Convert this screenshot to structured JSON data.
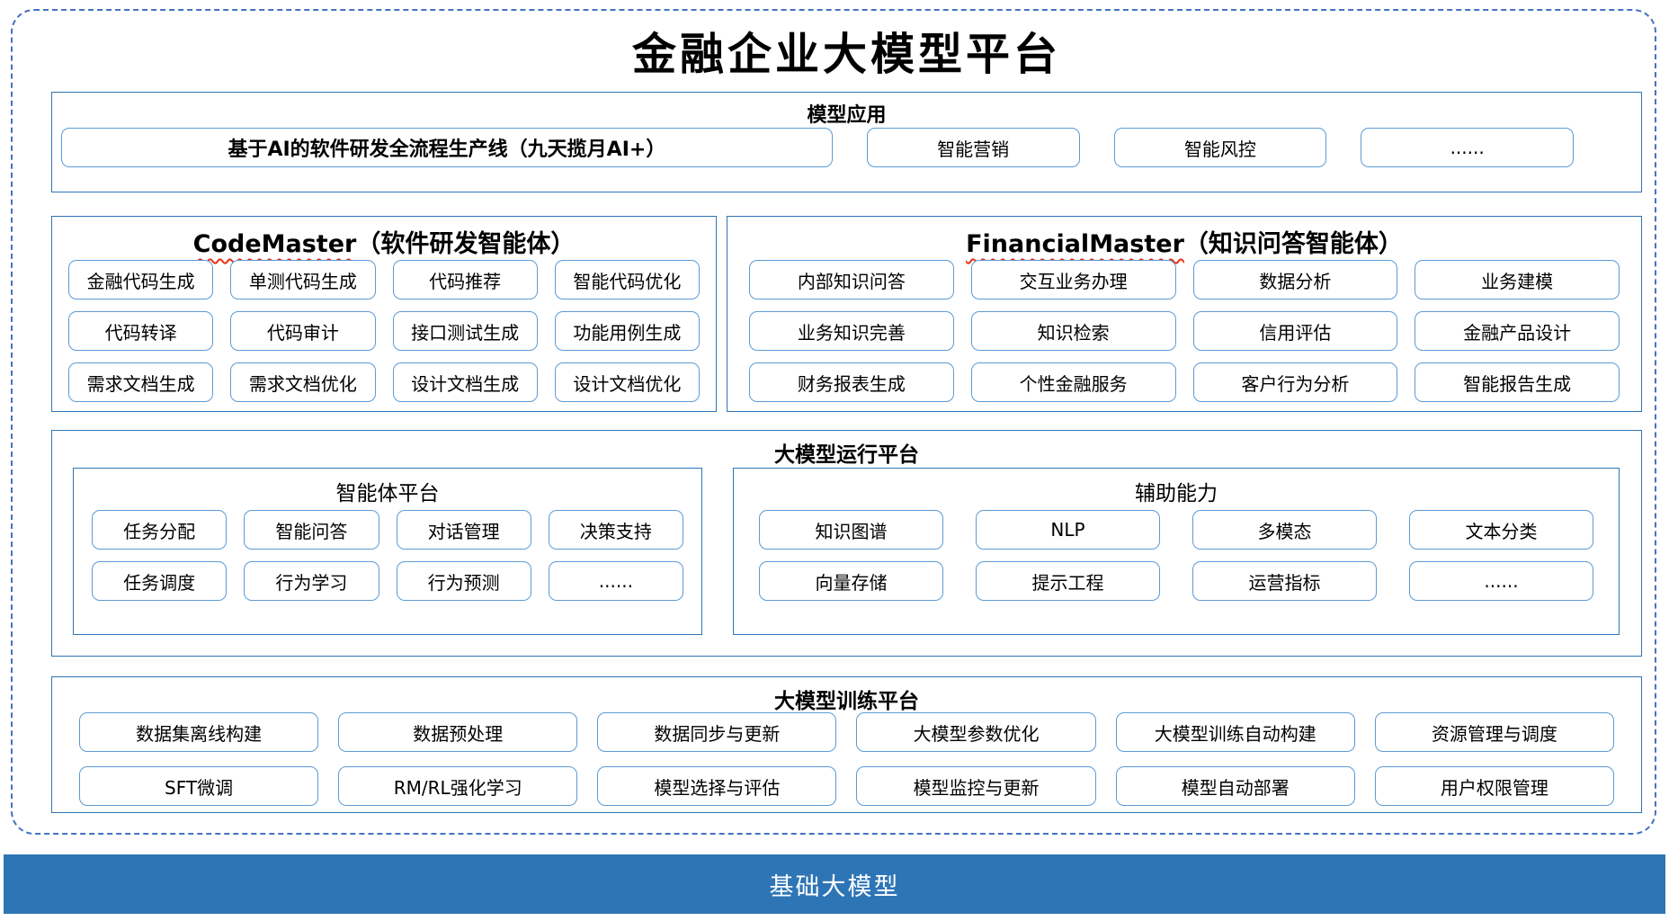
{
  "title": "金融企业大模型平台",
  "colors": {
    "accent_blue": "#2E75B6",
    "chip_border_blue": "#5B9BD5",
    "dashed_border_blue": "#4472C4",
    "footer_bg": "#2E75B6",
    "squiggle_red": "#e8311a"
  },
  "model_application": {
    "header": "模型应用",
    "primary_button": "基于AI的软件研发全流程生产线（九天揽月AI+）",
    "buttons": [
      "智能营销",
      "智能风控",
      "......"
    ]
  },
  "code_master": {
    "title_en": "CodeMaster",
    "title_zh": "（软件研发智能体）",
    "buttons": [
      "金融代码生成",
      "单测代码生成",
      "代码推荐",
      "智能代码优化",
      "代码转译",
      "代码审计",
      "接口测试生成",
      "功能用例生成",
      "需求文档生成",
      "需求文档优化",
      "设计文档生成",
      "设计文档优化"
    ]
  },
  "financial_master": {
    "title_en": "FinancialMaster",
    "title_zh": "（知识问答智能体）",
    "buttons": [
      "内部知识问答",
      "交互业务办理",
      "数据分析",
      "业务建模",
      "业务知识完善",
      "知识检索",
      "信用评估",
      "金融产品设计",
      "财务报表生成",
      "个性金融服务",
      "客户行为分析",
      "智能报告生成"
    ]
  },
  "runtime_platform": {
    "header": "大模型运行平台",
    "agent_platform": {
      "header": "智能体平台",
      "buttons": [
        "任务分配",
        "智能问答",
        "对话管理",
        "决策支持",
        "任务调度",
        "行为学习",
        "行为预测",
        "......"
      ]
    },
    "auxiliary": {
      "header": "辅助能力",
      "buttons": [
        "知识图谱",
        "NLP",
        "多模态",
        "文本分类",
        "向量存储",
        "提示工程",
        "运营指标",
        "......"
      ]
    }
  },
  "training_platform": {
    "header": "大模型训练平台",
    "buttons": [
      "数据集离线构建",
      "数据预处理",
      "数据同步与更新",
      "大模型参数优化",
      "大模型训练自动构建",
      "资源管理与调度",
      "SFT微调",
      "RM/RL强化学习",
      "模型选择与评估",
      "模型监控与更新",
      "模型自动部署",
      "用户权限管理"
    ]
  },
  "footer": {
    "label": "基础大模型"
  }
}
